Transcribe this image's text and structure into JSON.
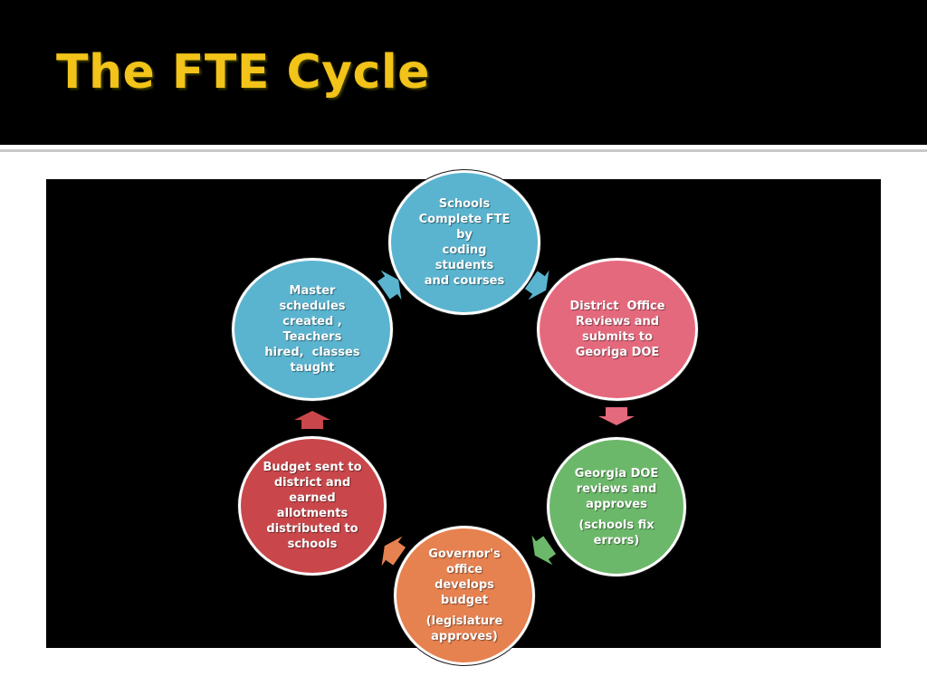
{
  "slide": {
    "title": "The FTE Cycle"
  },
  "diagram": {
    "nodes": [
      {
        "id": "schools-complete",
        "lines": [
          "Schools",
          "Complete FTE by",
          "coding students",
          "and courses"
        ],
        "note": "",
        "color": "#5ab4cf"
      },
      {
        "id": "district-office",
        "lines": [
          "District  Office",
          "Reviews and",
          "submits to",
          "Georiga DOE"
        ],
        "note": "",
        "color": "#e5697d"
      },
      {
        "id": "georgia-doe",
        "lines": [
          "Georgia DOE",
          "reviews and",
          "approves"
        ],
        "note": "(schools fix errors)",
        "color": "#6cb86a"
      },
      {
        "id": "governors-office",
        "lines": [
          "Governor's",
          "office develops",
          "budget"
        ],
        "note": "(legislature approves)",
        "color": "#e68150"
      },
      {
        "id": "budget-sent",
        "lines": [
          "Budget sent to",
          "district and",
          "earned",
          "allotments",
          "distributed to",
          "schools"
        ],
        "note": "",
        "color": "#c9474b"
      },
      {
        "id": "master-schedules",
        "lines": [
          "Master schedules",
          "created , Teachers",
          "hired,  classes",
          "taught"
        ],
        "note": "",
        "color": "#5ab4cf"
      }
    ],
    "arrow_colors": [
      "#5ab4cf",
      "#5ab4cf",
      "#e5697d",
      "#6cb86a",
      "#e68150",
      "#c9474b"
    ]
  }
}
